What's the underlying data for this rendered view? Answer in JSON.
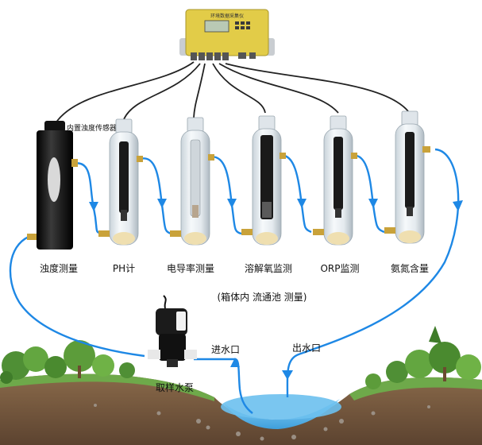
{
  "controller": {
    "title": "环境数据采集仪"
  },
  "sensor_labels": [
    "浊度测量",
    "PH计",
    "电导率测量",
    "溶解氧监测",
    "ORP监测",
    "氨氮含量"
  ],
  "turbidity_sensor_label": "内置浊度传感器",
  "flow_cell_label": "(箱体内 流通池 测量)",
  "pump_label": "取样水泵",
  "inlet_label": "进水口",
  "outlet_label": "出水口",
  "colors": {
    "water_line": "#1e88e5",
    "cable": "#222222",
    "tube_glass": "#e9eef2",
    "controller_body": "#e2cc48",
    "river": "#5ab2e8"
  }
}
